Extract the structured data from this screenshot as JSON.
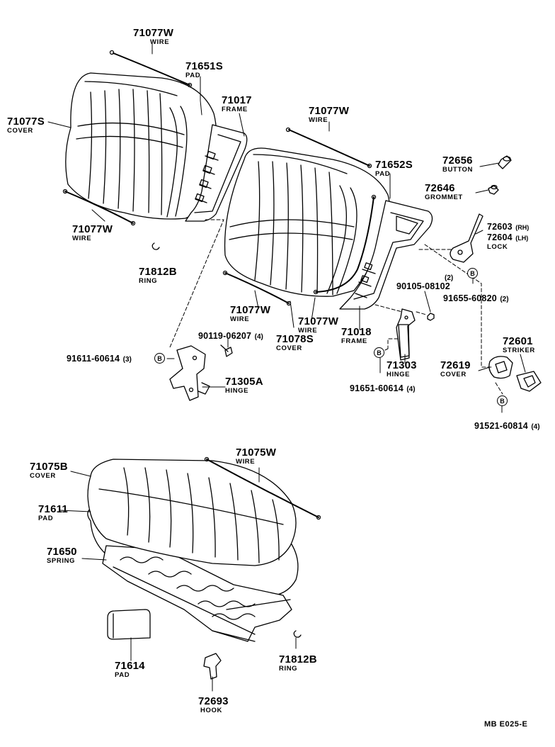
{
  "diagram_code": "MB  E025-E",
  "bolt_marker": "B",
  "callouts": {
    "wire_top": {
      "part": "71077W",
      "name": "WIRE"
    },
    "pad_left": {
      "part": "71651S",
      "name": "PAD"
    },
    "frame_left": {
      "part": "71017",
      "name": "FRAME"
    },
    "cover_left": {
      "part": "71077S",
      "name": "COVER"
    },
    "wire_left_lower": {
      "part": "71077W",
      "name": "WIRE"
    },
    "ring_upper": {
      "part": "71812B",
      "name": "RING"
    },
    "wire_right_top": {
      "part": "71077W",
      "name": "WIRE"
    },
    "pad_right": {
      "part": "71652S",
      "name": "PAD"
    },
    "button": {
      "part": "72656",
      "name": "BUTTON"
    },
    "grommet": {
      "part": "72646",
      "name": "GROMMET"
    },
    "lock_rh": {
      "part": "72603",
      "suffix": "(RH)"
    },
    "lock_lh": {
      "part": "72604",
      "suffix": "(LH)",
      "name": "LOCK"
    },
    "lock_qty": "(2)",
    "bolt_right_lock": {
      "part": "91655-60820",
      "qty": "(2)"
    },
    "nut_right": {
      "part": "90105-08102"
    },
    "wire_mid_left": {
      "part": "71077W",
      "name": "WIRE"
    },
    "wire_mid_right": {
      "part": "71077W",
      "name": "WIRE"
    },
    "frame_right": {
      "part": "71018",
      "name": "FRAME"
    },
    "cover_right": {
      "part": "71078S",
      "name": "COVER"
    },
    "bolt_hinge_left_top": {
      "part": "90119-06207",
      "qty": "(4)"
    },
    "bolt_hinge_left": {
      "part": "91611-60614",
      "qty": "(3)"
    },
    "hinge_left": {
      "part": "71305A",
      "name": "HINGE"
    },
    "hinge_right": {
      "part": "71303",
      "name": "HINGE"
    },
    "bolt_hinge_right": {
      "part": "91651-60614",
      "qty": "(4)"
    },
    "striker": {
      "part": "72601",
      "name": "STRIKER"
    },
    "striker_cover": {
      "part": "72619",
      "name": "COVER"
    },
    "bolt_striker": {
      "part": "91521-60814",
      "qty": "(4)"
    },
    "cushion_wire": {
      "part": "71075W",
      "name": "WIRE"
    },
    "cushion_cover": {
      "part": "71075B",
      "name": "COVER"
    },
    "cushion_pad": {
      "part": "71611",
      "name": "PAD"
    },
    "spring": {
      "part": "71650",
      "name": "SPRING"
    },
    "pad_small": {
      "part": "71614",
      "name": "PAD"
    },
    "ring_lower": {
      "part": "71812B",
      "name": "RING"
    },
    "hook": {
      "part": "72693",
      "name": "HOOK"
    }
  }
}
